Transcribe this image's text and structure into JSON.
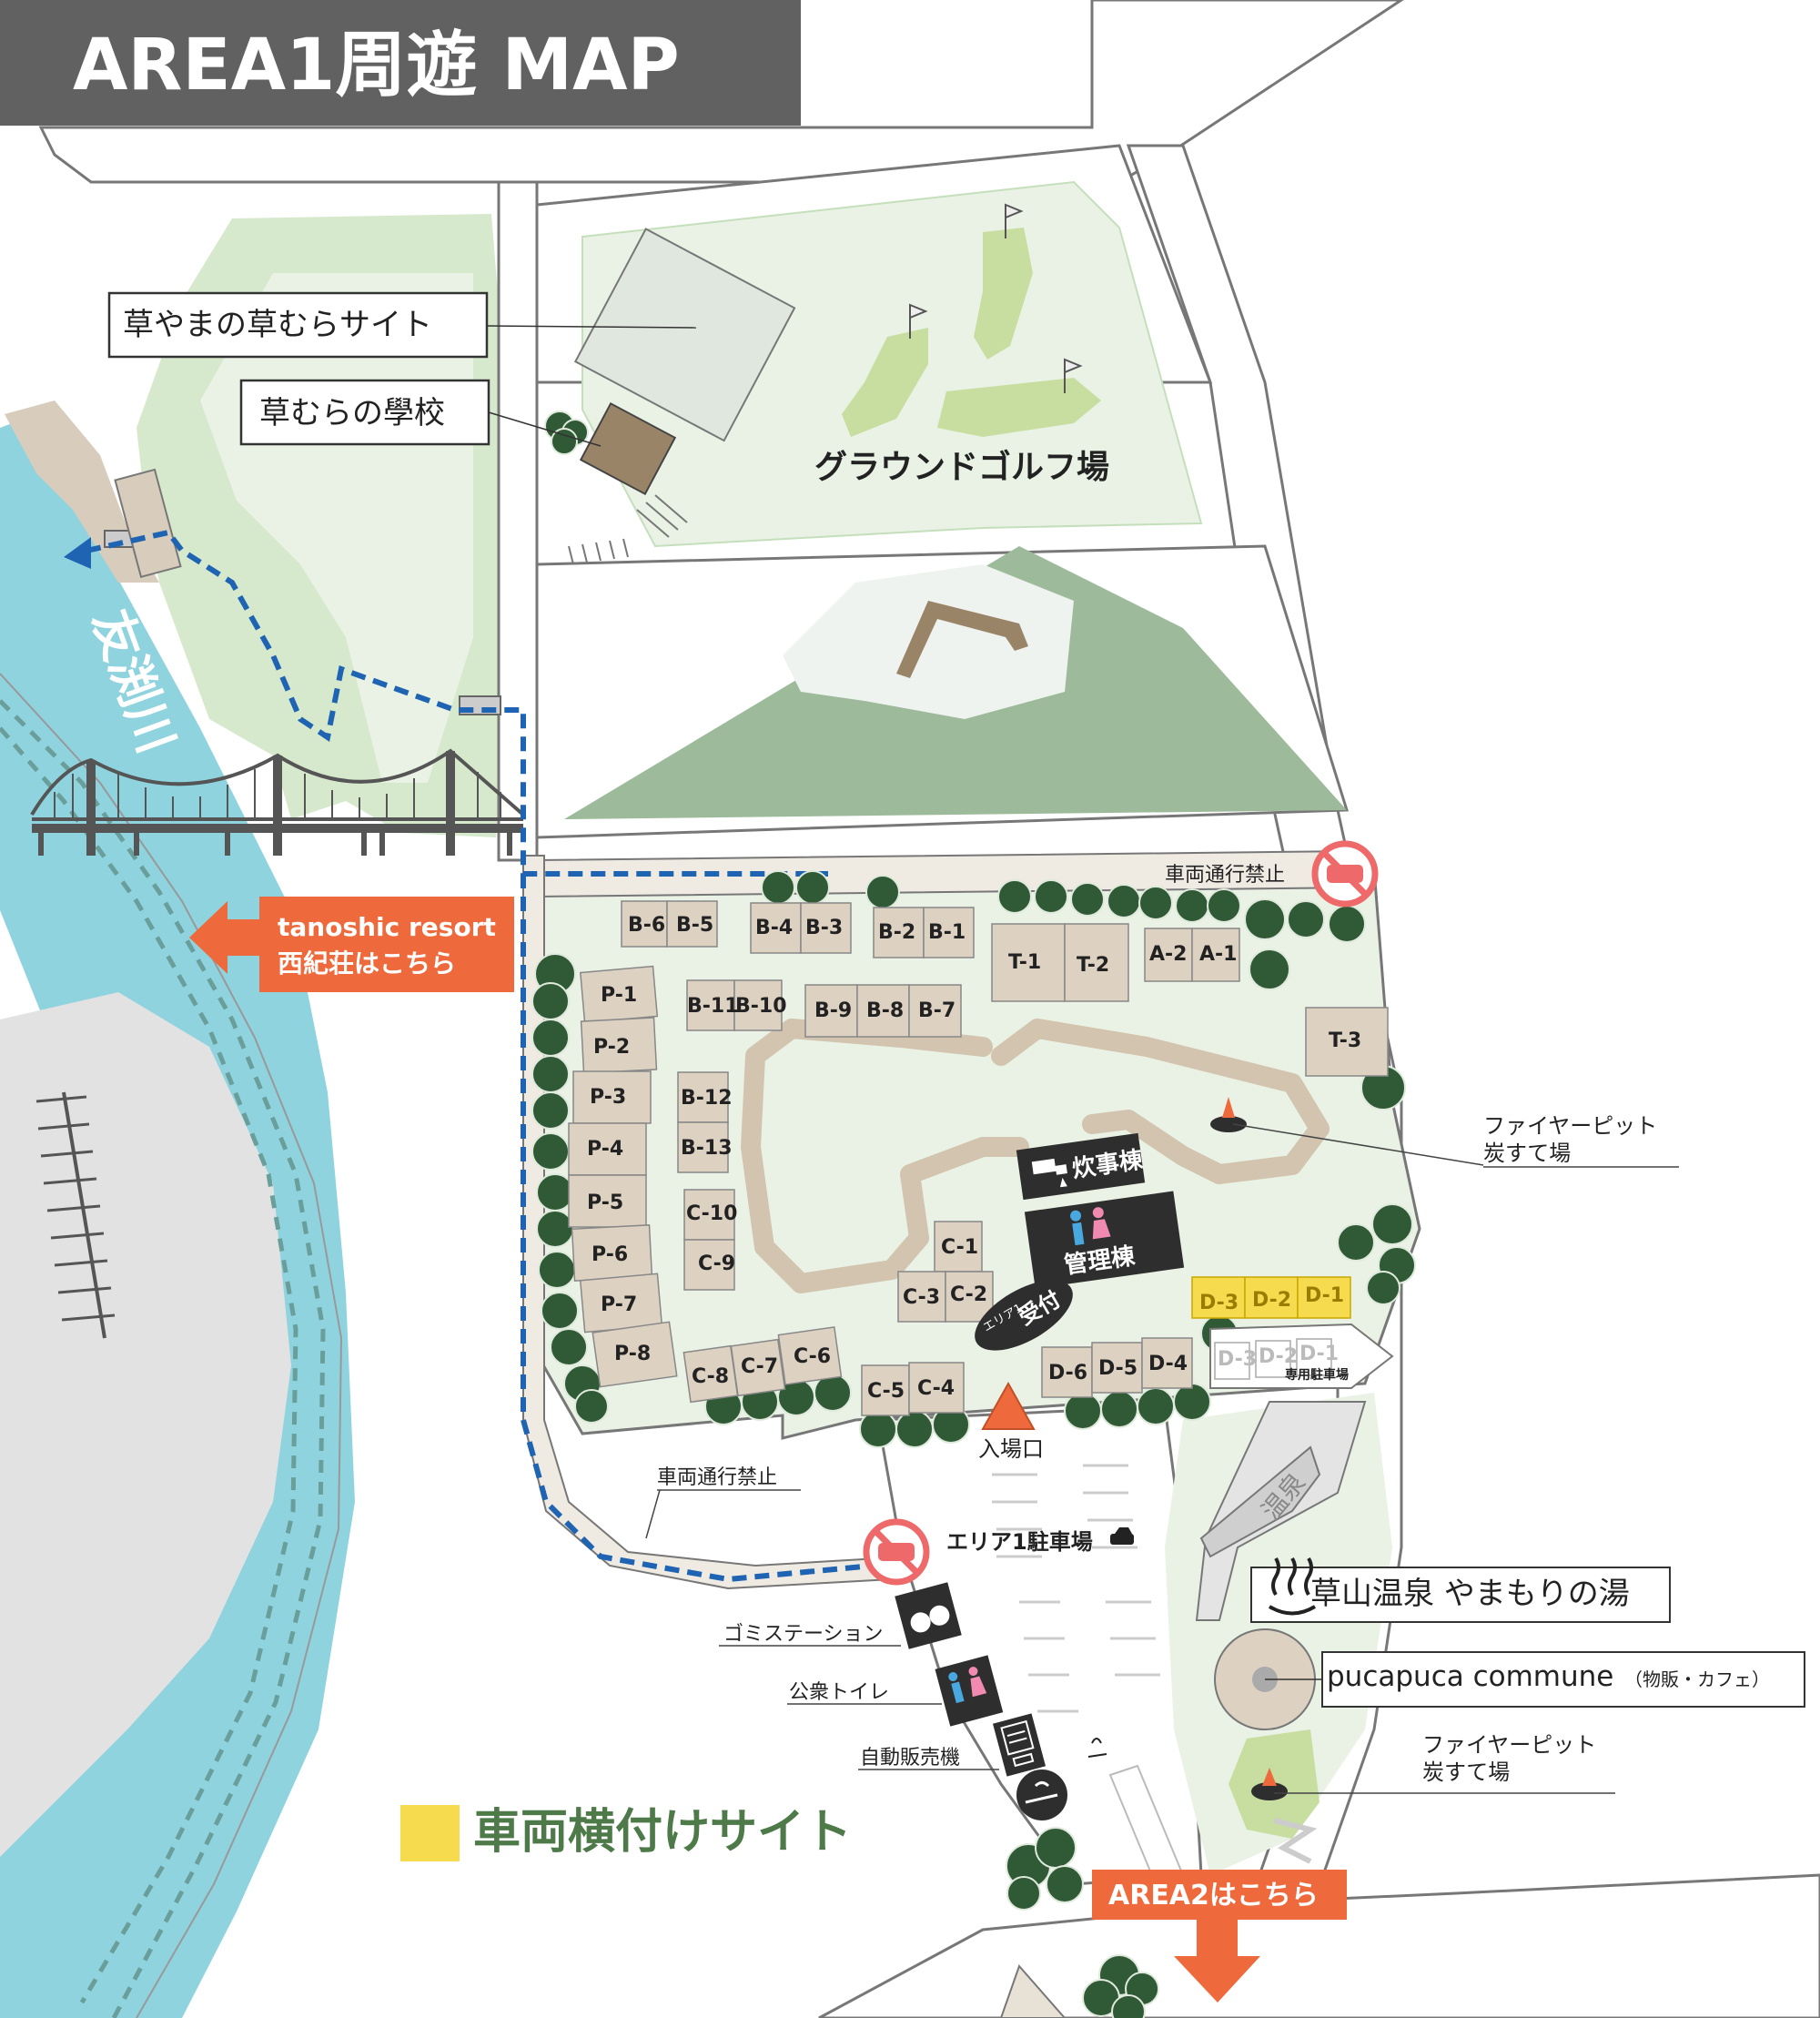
{
  "title": "AREA1周遊 MAP",
  "river": "友渕川",
  "facilities": {
    "kusamura_site": "草やまの草むらサイト",
    "kusamura_school": "草むらの學校",
    "ground_golf": "グラウンドゴルフ場",
    "cooking": "炊事棟",
    "management": "管理棟",
    "reception_area": "エリア1",
    "reception": "受付",
    "entrance": "入場口",
    "parking": "エリア1駐車場",
    "garbage": "ゴミステーション",
    "toilet": "公衆トイレ",
    "vending": "自動販売機",
    "onsen_icon_text": "温泉",
    "onsen": "草山温泉 やまもりの湯",
    "pucapuca": "pucapuca commune",
    "pucapuca_sub": "（物販・カフェ）",
    "firepit1_a": "ファイヤーピット",
    "firepit1_b": "炭すて場",
    "firepit2_a": "ファイヤーピット",
    "firepit2_b": "炭すて場",
    "no_vehicle_1": "車両通行禁止",
    "no_vehicle_2": "車両通行禁止",
    "d_parking": "専用駐車場"
  },
  "signs": {
    "tanoshic_1": "tanoshic resort",
    "tanoshic_2": "西紀荘はこちら",
    "area2": "AREA2はこちら"
  },
  "legend": {
    "side_site": "車両横付けサイト"
  },
  "colors": {
    "title_bg": "#616161",
    "river": "#8fd3df",
    "green_light": "#d7e9cc",
    "green_pale": "#e9f2e4",
    "hill": "#9dbb9b",
    "site": "#ddd1c2",
    "path": "#d2c4ae",
    "orange": "#ee6a3c",
    "yellow": "#f6db4f",
    "tree": "#2f5a35",
    "dark": "#2e2e2e"
  },
  "sites": {
    "B6": "B-6",
    "B5": "B-5",
    "B4": "B-4",
    "B3": "B-3",
    "B2": "B-2",
    "B1": "B-1",
    "T1": "T-1",
    "T2": "T-2",
    "A2": "A-2",
    "A1": "A-1",
    "T3": "T-3",
    "B11": "B-11",
    "B10": "B-10",
    "B9": "B-9",
    "B8": "B-8",
    "B7": "B-7",
    "B12": "B-12",
    "B13": "B-13",
    "P1": "P-1",
    "P2": "P-2",
    "P3": "P-3",
    "P4": "P-4",
    "P5": "P-5",
    "P6": "P-6",
    "P7": "P-7",
    "P8": "P-8",
    "C10": "C-10",
    "C9": "C-9",
    "C1": "C-1",
    "C3": "C-3",
    "C2": "C-2",
    "C8": "C-8",
    "C7": "C-7",
    "C6": "C-6",
    "C5": "C-5",
    "C4": "C-4",
    "D3": "D-3",
    "D2": "D-2",
    "D1": "D-1",
    "D6": "D-6",
    "D5": "D-5",
    "D4": "D-4",
    "PD3": "D-3",
    "PD2": "D-2",
    "PD1": "D-1"
  }
}
